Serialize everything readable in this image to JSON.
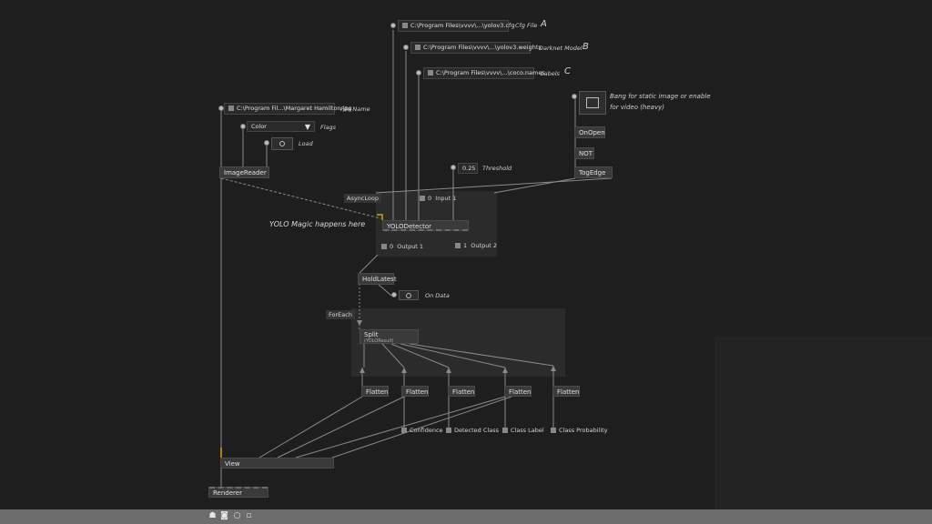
{
  "inputs": {
    "cfg_path": "C:\\Program Files\\vvvv\\...\\yolov3.cfg",
    "cfg_label": "Cfg File",
    "cfg_letter": "A",
    "weights_path": "C:\\Program Files\\vvvv\\...\\yolov3.weights",
    "weights_label": "Darknet Model",
    "weights_letter": "B",
    "names_path": "C:\\Program Files\\vvvv\\...\\coco.names",
    "names_label": "Labels",
    "names_letter": "C",
    "image_path": "C:\\Program Fil...\\Margaret Hamilton.jpg",
    "image_label": "File Name",
    "flags_value": "Color",
    "flags_label": "Flags",
    "load_label": "Load",
    "threshold_value": "0.25",
    "threshold_label": "Threshold",
    "bang_label_1": "Bang for static image or enable",
    "bang_label_2": "for video (heavy)"
  },
  "nodes": {
    "image_reader": "ImageReader",
    "on_open": "OnOpen",
    "not": "NOT",
    "trigger": "TogEdge",
    "async_loop": "AsyncLoop",
    "input_1": "Input 1",
    "input_1_idx": "0",
    "yolo": "YOLODetector",
    "output_1_idx": "0",
    "output_1": "Output 1",
    "output_2_idx": "1",
    "output_2": "Output 2",
    "hold_latest": "HoldLatest",
    "on_data": "On Data",
    "foreach": "ForEach",
    "split": "Split",
    "split_sub": "(YOLOResult)",
    "flatten": "Flatten",
    "view": "View",
    "renderer": "Renderer"
  },
  "annotations": {
    "yolo_magic": "YOLO Magic happens here"
  },
  "outputs": {
    "confidence": "Confidence",
    "detected_class": "Detected Class",
    "class_label": "Class Label",
    "class_probability": "Class Probability"
  },
  "statusbar": {
    "icons": [
      "person-icon",
      "camera-icon",
      "settings-icon",
      "window-icon"
    ]
  },
  "colors": {
    "background": "#1e1e1e",
    "node": "#3a3a3a",
    "region": "#2b2b2b",
    "accent": "#e0a000",
    "statusbar": "#6c6c6c"
  }
}
